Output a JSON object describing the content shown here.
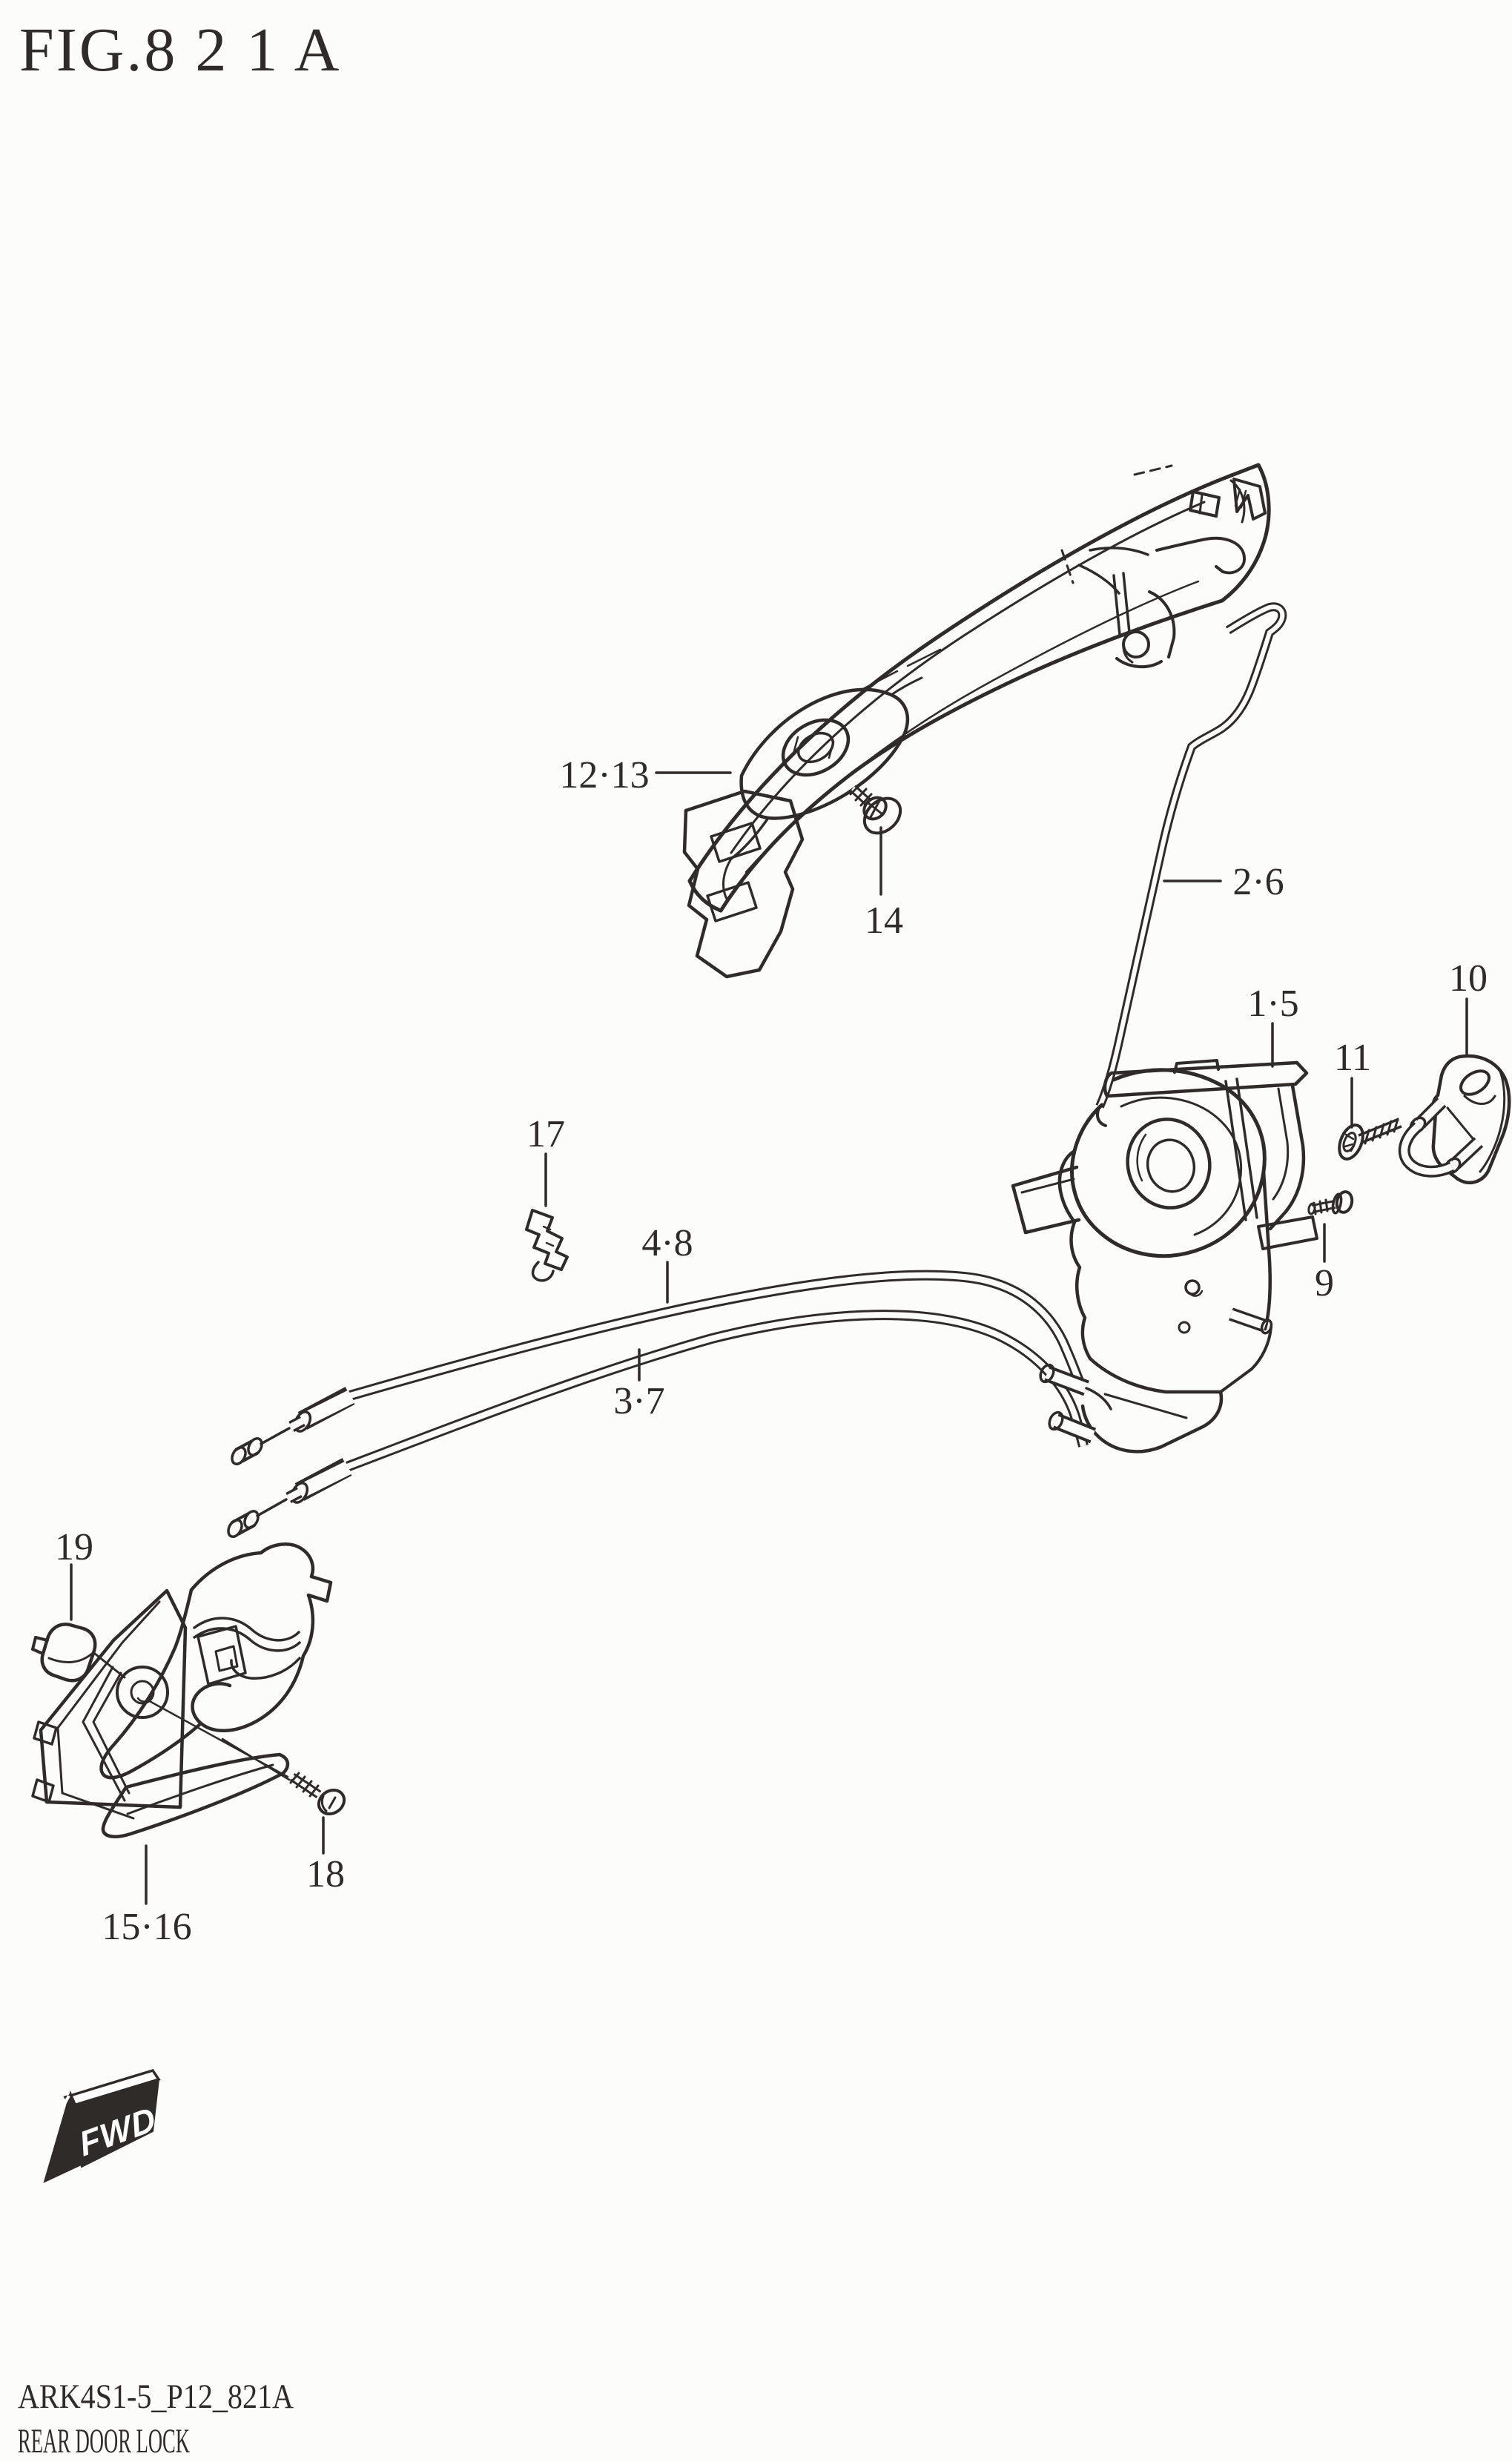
{
  "page": {
    "background": "#fcfcfa",
    "ink": "#2f2b28"
  },
  "figure": {
    "title": "FIG.8 2 1 A"
  },
  "callouts": {
    "c1213": "12·13",
    "c14": "14",
    "c26": "2·6",
    "c15": "1·5",
    "c10": "10",
    "c11": "11",
    "c9": "9",
    "c17": "17",
    "c48": "4·8",
    "c37": "3·7",
    "c19": "19",
    "c18": "18",
    "c1516": "15·16"
  },
  "fwd_marker": {
    "label": "FWD"
  },
  "footer": {
    "code": "ARK4S1-5_P12_821A",
    "title": "REAR DOOR LOCK"
  }
}
